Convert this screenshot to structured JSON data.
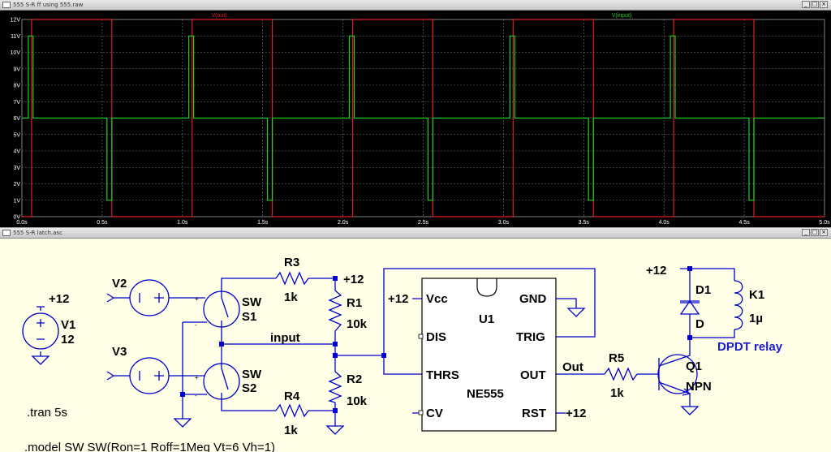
{
  "plot_window": {
    "title": "555 S-R ff using 555.raw",
    "controls": {
      "minimize": "_",
      "maximize": "□",
      "close": "×"
    }
  },
  "schematic_window": {
    "title": "555 S-R latch.asc",
    "controls": {
      "minimize": "_",
      "maximize": "□",
      "close": "×"
    }
  },
  "chart_data": {
    "type": "line",
    "title": "",
    "xlabel": "",
    "ylabel": "",
    "xlim": [
      0,
      5
    ],
    "ylim": [
      0,
      12
    ],
    "grid": true,
    "x_ticks": [
      "0.0s",
      "0.5s",
      "1.0s",
      "1.5s",
      "2.0s",
      "2.5s",
      "3.0s",
      "3.5s",
      "4.0s",
      "4.5s",
      "5.0s"
    ],
    "y_ticks": [
      "0V",
      "1V",
      "2V",
      "3V",
      "4V",
      "5V",
      "6V",
      "7V",
      "8V",
      "9V",
      "10V",
      "11V",
      "12V"
    ],
    "series": [
      {
        "name": "V(out)",
        "color": "#e02020",
        "x": [
          0,
          0.06,
          0.06,
          0.56,
          0.56,
          1.06,
          1.06,
          1.56,
          1.56,
          2.06,
          2.06,
          2.56,
          2.56,
          3.06,
          3.06,
          3.56,
          3.56,
          4.06,
          4.06,
          4.56,
          4.56,
          5.0
        ],
        "y": [
          0,
          0,
          12,
          12,
          0,
          0,
          12,
          12,
          0,
          0,
          12,
          12,
          0,
          0,
          12,
          12,
          0,
          0,
          12,
          12,
          0,
          0
        ]
      },
      {
        "name": "V(input)",
        "color": "#20d020",
        "x": [
          0,
          0.04,
          0.04,
          0.07,
          0.07,
          0.53,
          0.53,
          0.56,
          0.56,
          1.04,
          1.04,
          1.07,
          1.07,
          1.53,
          1.53,
          1.56,
          1.56,
          2.04,
          2.04,
          2.07,
          2.07,
          2.53,
          2.53,
          2.56,
          2.56,
          3.04,
          3.04,
          3.07,
          3.07,
          3.53,
          3.53,
          3.56,
          3.56,
          4.04,
          4.04,
          4.07,
          4.07,
          4.53,
          4.53,
          4.56,
          4.56,
          5.0
        ],
        "y": [
          6,
          6,
          11,
          11,
          6,
          6,
          1,
          1,
          6,
          6,
          11,
          11,
          6,
          6,
          1,
          1,
          6,
          6,
          11,
          11,
          6,
          6,
          1,
          1,
          6,
          6,
          11,
          11,
          6,
          6,
          1,
          1,
          6,
          6,
          11,
          11,
          6,
          6,
          1,
          1,
          6,
          6
        ]
      }
    ]
  },
  "schematic": {
    "labels": {
      "v1_plus": "+12",
      "v1_name": "V1",
      "v1_value": "12",
      "v2_name": "V2",
      "v3_name": "V3",
      "s1_type": "SW",
      "s1_name": "S1",
      "s2_type": "SW",
      "s2_name": "S2",
      "r3_name": "R3",
      "r3_value": "1k",
      "r4_name": "R4",
      "r4_value": "1k",
      "r1_name": "R1",
      "r1_value": "10k",
      "r2_name": "R2",
      "r2_value": "10k",
      "top_rail": "+12",
      "input_net": "input",
      "u1_vcc_supply": "+12",
      "u1_vcc": "Vcc",
      "u1_gnd": "GND",
      "u1_dis": "DIS",
      "u1_trig": "TRIG",
      "u1_thrs": "THRS",
      "u1_out": "OUT",
      "u1_cv": "CV",
      "u1_rst": "RST",
      "u1_name": "U1",
      "u1_part": "NE555",
      "rst_supply": "+12",
      "out_net": "Out",
      "r5_name": "R5",
      "r5_value": "1k",
      "q1_name": "Q1",
      "q1_type": "NPN",
      "relay_supply": "+12",
      "d1_name": "D1",
      "d1_value": "D",
      "k1_name": "K1",
      "k1_value": "1µ",
      "relay_note": "DPDT relay",
      "tran": ".tran 5s",
      "model": ".model SW SW(Ron=1 Roff=1Meg Vt=6 Vh=1)"
    },
    "colors": {
      "wire": "#0000cc",
      "label": "#000000",
      "note": "#1a1ad0",
      "background": "#ffffe8"
    }
  }
}
